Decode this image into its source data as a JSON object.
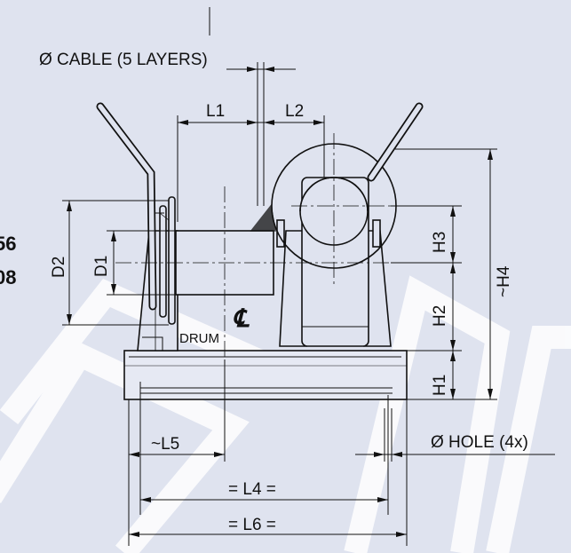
{
  "labels": {
    "cable": "Ø CABLE (5 LAYERS)",
    "L1": "L1",
    "L2": "L2",
    "D1": "D1",
    "D2": "D2",
    "H1": "H1",
    "H2": "H2",
    "H3": "H3",
    "H4": "~H4",
    "L4": "= L4 =",
    "L5": "~L5",
    "L6": "= L6 =",
    "hole": "Ø HOLE (4x)",
    "drum": "DRUM",
    "centerline": "℄"
  },
  "cut_off_text": [
    "56",
    "08"
  ],
  "colors": {
    "background": "#dfe3ef",
    "ink": "#111111",
    "watermark": "#ffffff"
  }
}
